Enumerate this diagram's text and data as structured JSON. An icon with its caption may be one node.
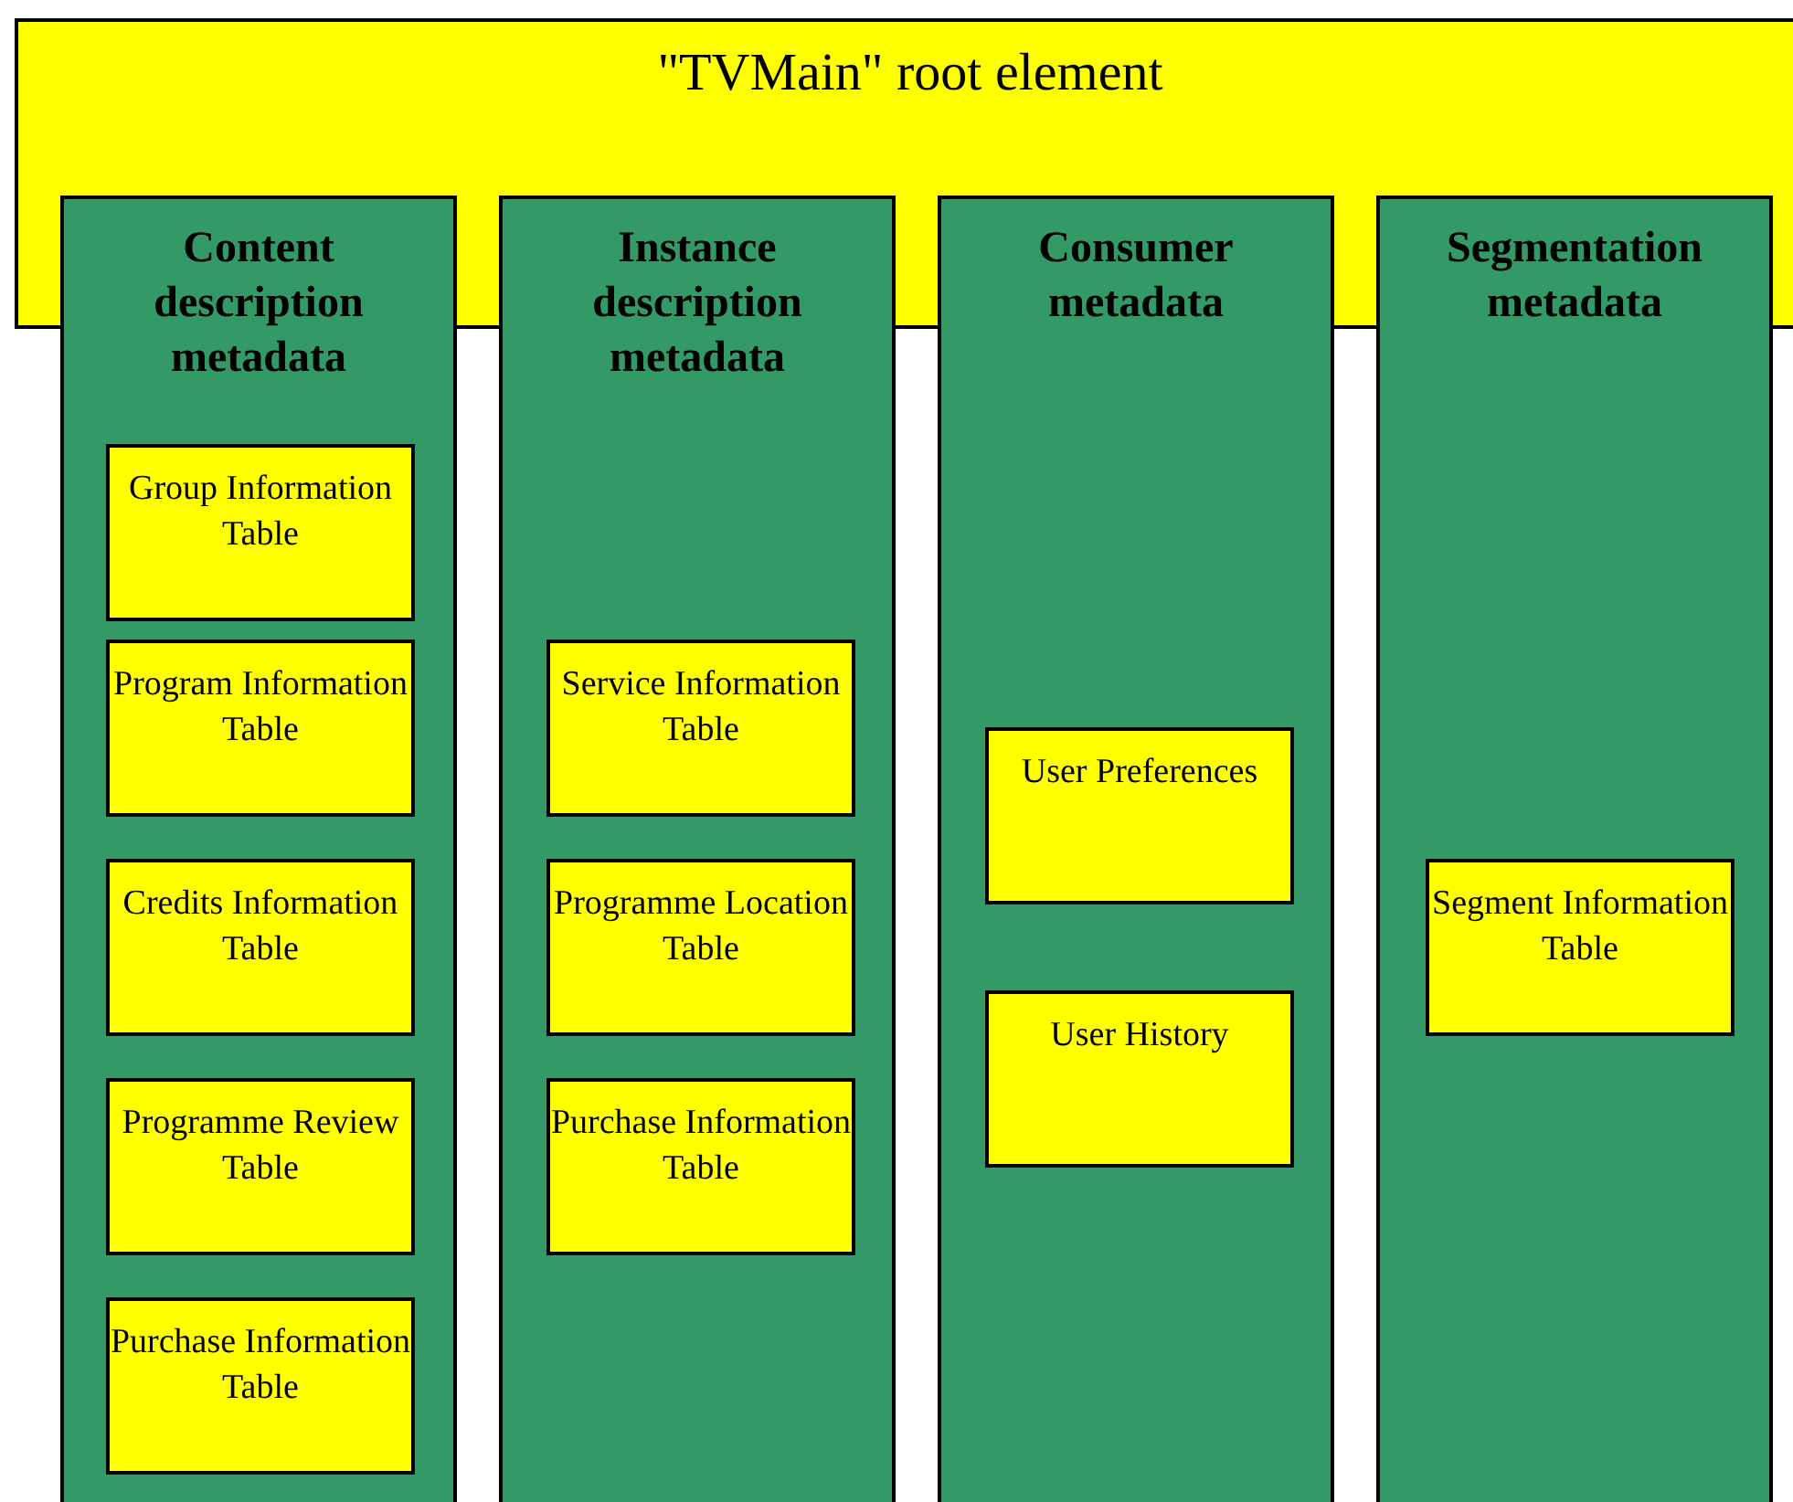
{
  "diagram": {
    "nodes": [
      {
        "text": [
          "\"TVMain\" root element"
        ]
      },
      {
        "text": [
          "Content description metadata"
        ]
      },
      {
        "text": [
          "Group Information Table"
        ],
        "in": 1
      },
      {
        "text": [
          "Program Information Table"
        ],
        "in": 1
      },
      {
        "text": [
          "Credits Information Table"
        ],
        "in": 1
      },
      {
        "text": [
          "Programme Review Table"
        ],
        "in": 1
      },
      {
        "text": [
          "Purchase Information Table"
        ],
        "in": 1
      },
      {
        "text": [
          "Instance description metadata"
        ]
      },
      {
        "text": [
          "Service Information Table"
        ],
        "in": 7
      },
      {
        "text": [
          "Programme Location Table"
        ],
        "in": 7
      },
      {
        "text": [
          "Purchase Information Table"
        ],
        "in": 7
      },
      {
        "text": [
          "Consumer metadata"
        ]
      },
      {
        "text": [
          "User Preferences"
        ],
        "in": 11
      },
      {
        "text": [
          "User History"
        ],
        "in": 11
      },
      {
        "text": [
          "Segmentation metadata"
        ]
      },
      {
        "text": [
          "Segment Information Table"
        ],
        "in": 14
      }
    ]
  }
}
